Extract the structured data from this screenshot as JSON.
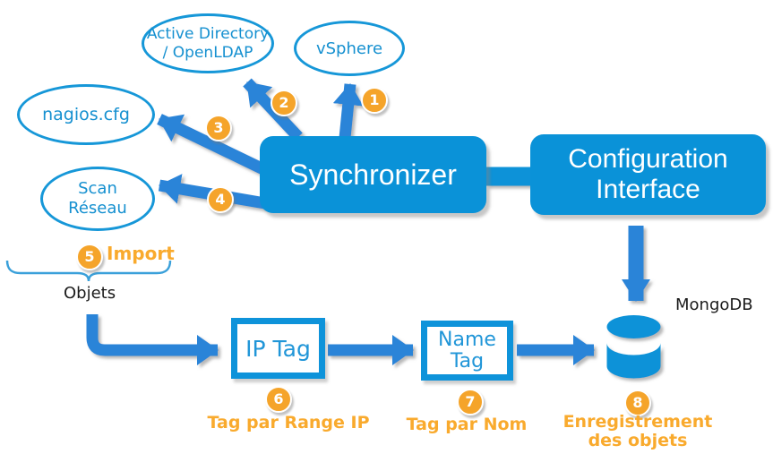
{
  "colors": {
    "box_blue": "#0a92d8",
    "arrow_blue": "#2b84d8",
    "ellipse_border_blue": "#1697d8",
    "node_text_blue": "#1590d0",
    "badge_orange": "#f5a42a",
    "label_orange": "#f9aa2d",
    "text_black": "#1b1b1b",
    "box_text_white": "#ffffff"
  },
  "nodes": {
    "active_directory": {
      "line1": "Active Directory",
      "line2": "/ OpenLDAP"
    },
    "vsphere": {
      "label": "vSphere"
    },
    "nagios": {
      "label": "nagios.cfg"
    },
    "scan_reseau": {
      "line1": "Scan",
      "line2": "Réseau"
    },
    "synchronizer": {
      "label": "Synchronizer"
    },
    "configuration_interface": {
      "line1": "Configuration",
      "line2": "Interface"
    },
    "ip_tag": {
      "label": "IP Tag"
    },
    "name_tag": {
      "line1": "Name",
      "line2": "Tag"
    },
    "mongodb": {
      "label": "MongoDB"
    },
    "objets": {
      "label": "Objets"
    }
  },
  "badges": [
    "1",
    "2",
    "3",
    "4",
    "5",
    "6",
    "7",
    "8"
  ],
  "step_labels": {
    "import": "Import",
    "tag_par_range_ip": "Tag par Range IP",
    "tag_par_nom": "Tag par Nom",
    "enregistrement_line1": "Enregistrement",
    "enregistrement_line2": "des objets"
  },
  "icons": {
    "mongodb_database_icon": "database-cylinder",
    "grouping_brace_icon": "horizontal-curly-brace",
    "arrow_icons": "thick-blue-arrows"
  }
}
